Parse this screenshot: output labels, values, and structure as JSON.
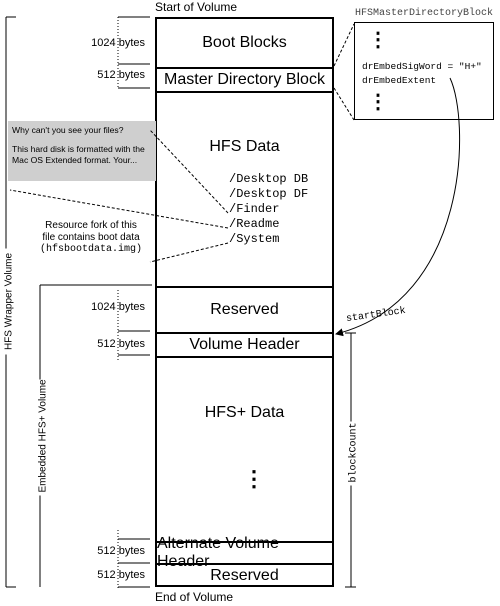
{
  "titles": {
    "start": "Start of Volume",
    "end": "End of Volume",
    "mdb_struct": "HFSMasterDirectoryBlock"
  },
  "blocks": {
    "boot": "Boot Blocks",
    "mdb": "Master Directory Block",
    "hfs_data": "HFS Data",
    "reserved_top": "Reserved",
    "volume_header": "Volume Header",
    "hfsplus_data": "HFS+ Data",
    "alt_header": "Alternate Volume Header",
    "reserved_bottom": "Reserved"
  },
  "sizes": {
    "boot": "1024 bytes",
    "mdb": "512 bytes",
    "reserved_top": "1024 bytes",
    "volume_header": "512 bytes",
    "alt_header": "512 bytes",
    "reserved_bottom": "512 bytes"
  },
  "files": [
    "/Desktop DB",
    "/Desktop DF",
    "/Finder",
    "/Readme",
    "/System"
  ],
  "mdb_fields": {
    "sig": "drEmbedSigWord = \"H+\"",
    "extent": "drEmbedExtent"
  },
  "tooltip": {
    "line1": "Why can't you see your files?",
    "line2": "This hard disk is formatted with the Mac OS Extended format. Your..."
  },
  "resource_note": {
    "line1": "Resource fork of this",
    "line2": "file contains boot data",
    "line3": "(hfsbootdata.img)"
  },
  "labels": {
    "wrapper": "HFS Wrapper Volume",
    "embedded": "Embedded HFS+ Volume",
    "start_block": "startBlock",
    "block_count": "blockCount"
  },
  "ellipsis": "⋮"
}
